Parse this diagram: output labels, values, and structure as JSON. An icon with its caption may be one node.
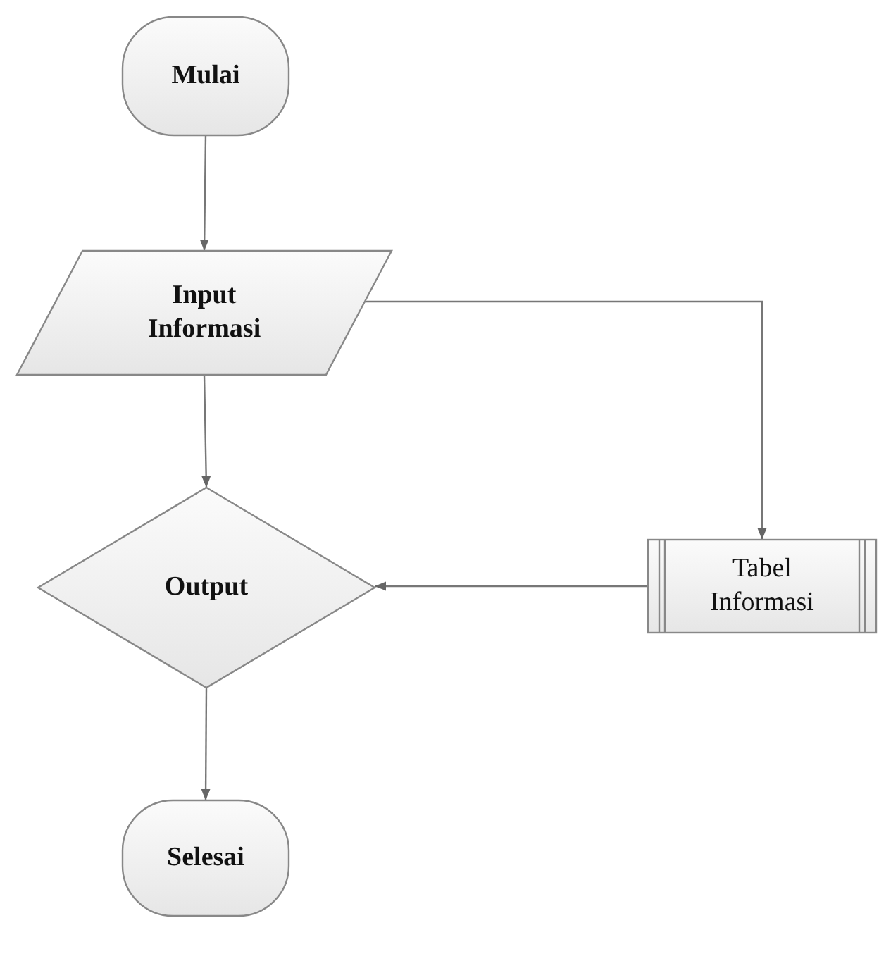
{
  "diagram": {
    "nodes": [
      {
        "text": [
          "Mulai"
        ]
      },
      {
        "text": [
          "Input Informasi"
        ]
      },
      {
        "text": [
          "Output"
        ]
      },
      {
        "text": [
          "Tabel Informasi"
        ]
      },
      {
        "text": [
          "Selesai"
        ]
      }
    ],
    "edges": [
      {
        "from": 0,
        "to": 1,
        "arrow": "to"
      },
      {
        "from": 1,
        "to": 2,
        "arrow": "to"
      },
      {
        "from": 1,
        "to": 3,
        "arrow": "to"
      },
      {
        "from": 3,
        "to": 2,
        "arrow": "to"
      },
      {
        "from": 2,
        "to": 4,
        "arrow": "to"
      }
    ]
  }
}
